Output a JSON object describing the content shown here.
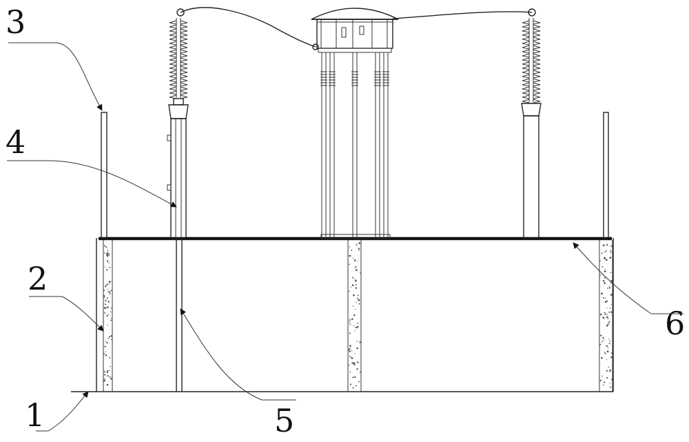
{
  "callouts": {
    "n1": "1",
    "n2": "2",
    "n3": "3",
    "n4": "4",
    "n5": "5",
    "n6": "6"
  },
  "colors": {
    "ink": "#111111",
    "background": "#ffffff"
  },
  "icons": {
    "insulator": "ribbed-insulator-icon",
    "breaker_head": "dome-head-icon"
  }
}
